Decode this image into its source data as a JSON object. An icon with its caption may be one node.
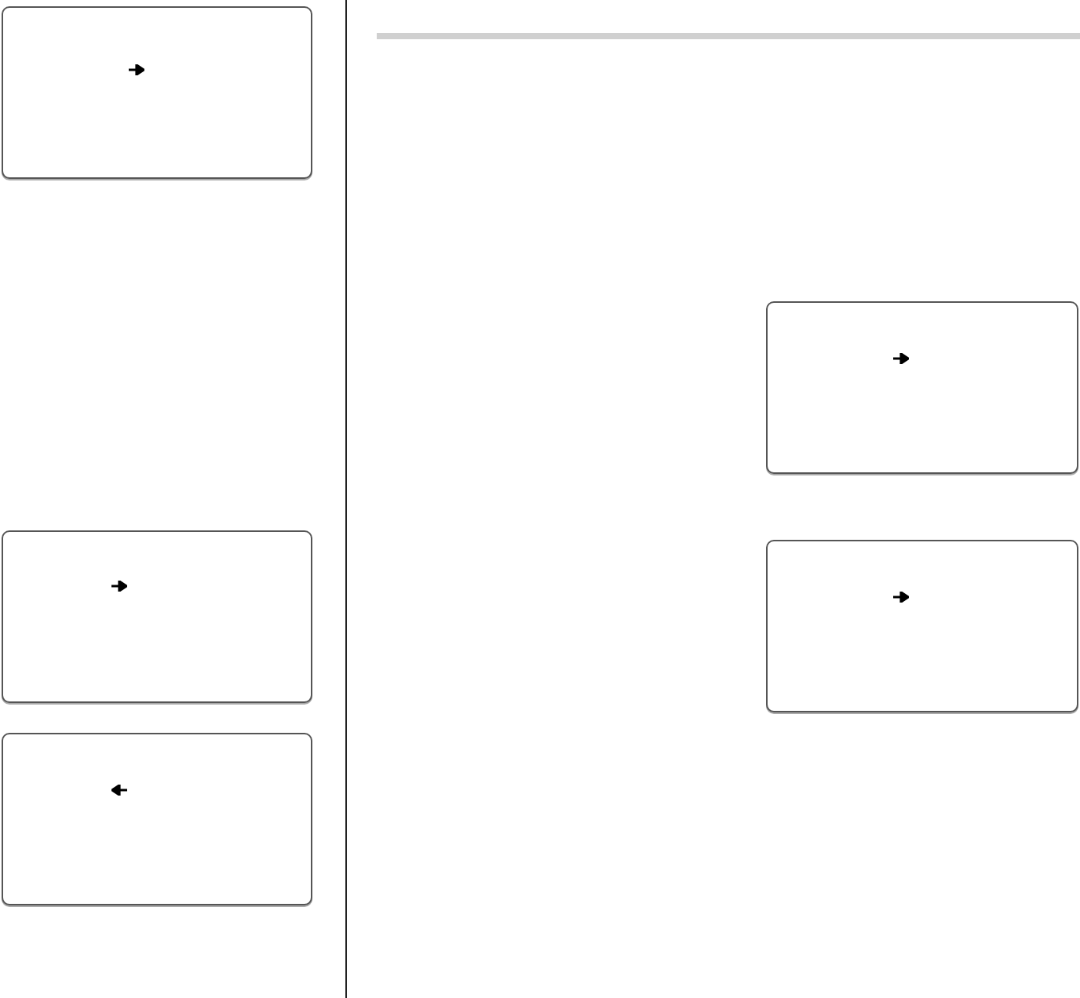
{
  "diagram": {
    "nodes": [
      {
        "text": [],
        "shape": "box"
      },
      {
        "text": [],
        "shape": "box"
      },
      {
        "text": [],
        "shape": "box"
      },
      {
        "text": [],
        "shape": "box"
      },
      {
        "text": [],
        "shape": "box"
      }
    ]
  }
}
